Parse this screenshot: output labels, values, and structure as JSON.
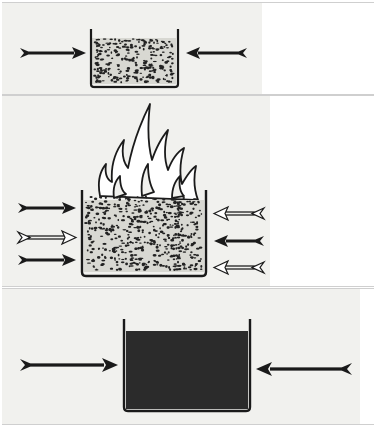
{
  "colors": {
    "paper": "#f1f1ee",
    "ink": "#1a1a1a",
    "panel_border": "#cfcfcf",
    "liquid": "#2b2b2b",
    "background": "#ffffff"
  },
  "panels": [
    {
      "id": "granular-solid",
      "arrows_in": [
        "solid",
        "solid"
      ]
    },
    {
      "id": "burning-solid",
      "arrows_in_left": [
        "solid",
        "hollow",
        "solid"
      ],
      "arrows_in_right": [
        "hollow",
        "solid",
        "hollow"
      ]
    },
    {
      "id": "liquid",
      "arrows_in": [
        "solid",
        "solid"
      ]
    }
  ]
}
